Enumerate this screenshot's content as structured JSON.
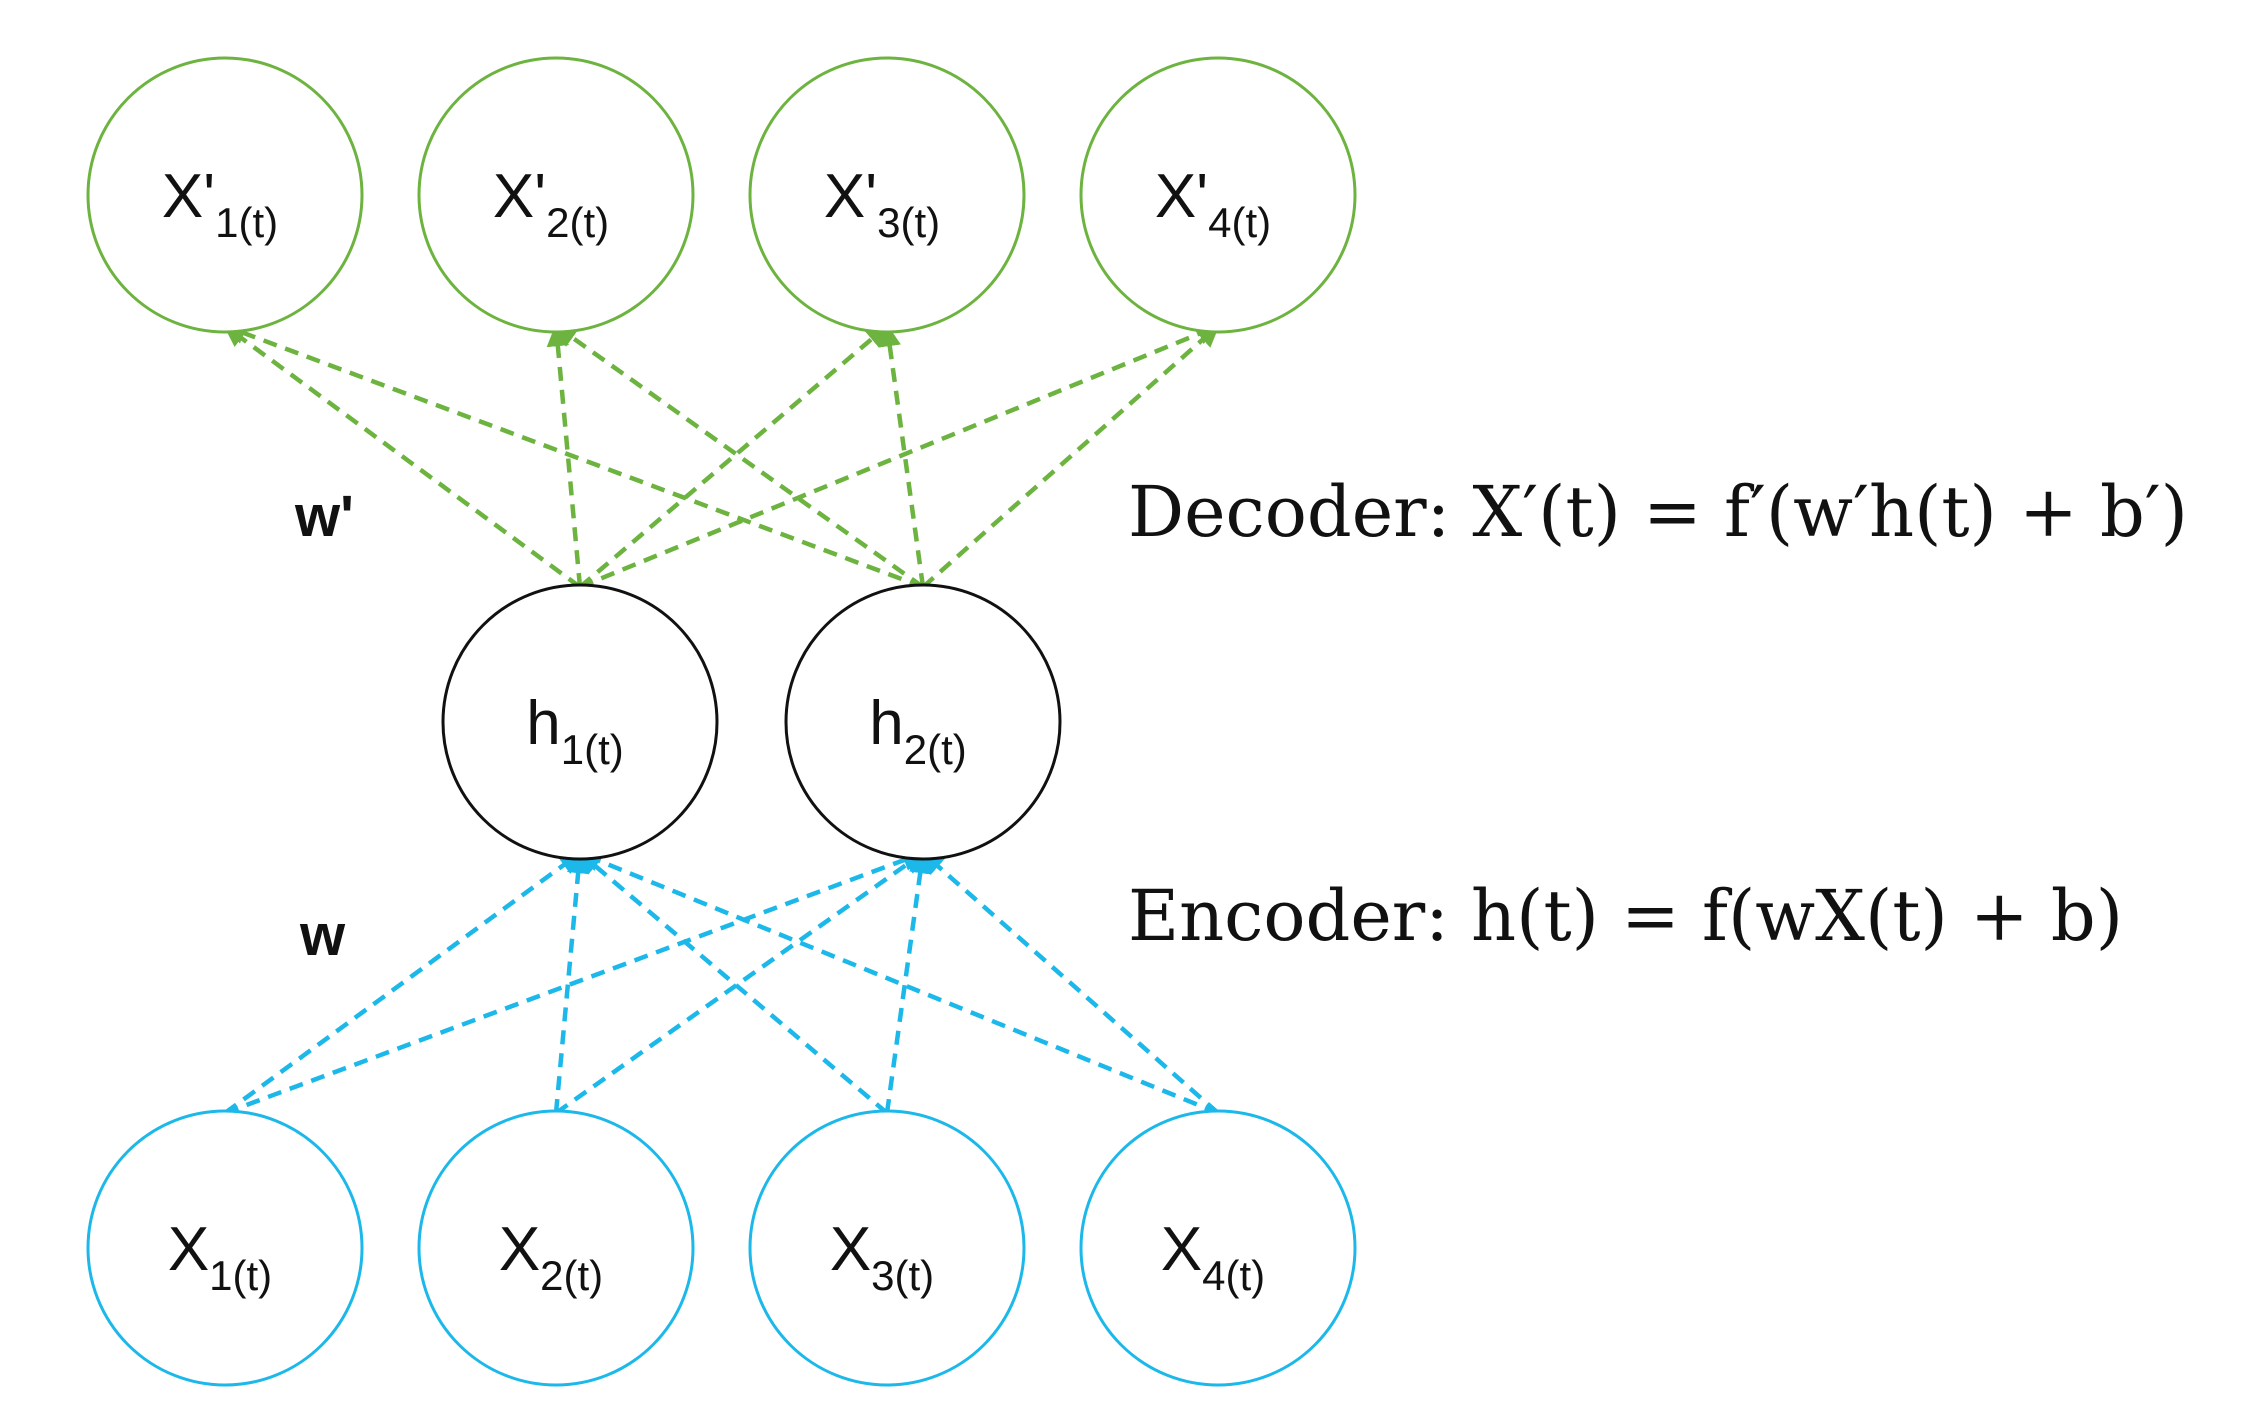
{
  "colors": {
    "output": "#6db33f",
    "hidden": "#111111",
    "input": "#1cb8ea",
    "text": "#111111"
  },
  "output_nodes": [
    {
      "base": "X'",
      "sub": "1(t)"
    },
    {
      "base": "X'",
      "sub": "2(t)"
    },
    {
      "base": "X'",
      "sub": "3(t)"
    },
    {
      "base": "X'",
      "sub": "4(t)"
    }
  ],
  "hidden_nodes": [
    {
      "base": "h",
      "sub": "1(t)"
    },
    {
      "base": "h",
      "sub": "2(t)"
    }
  ],
  "input_nodes": [
    {
      "base": "X",
      "sub": "1(t)"
    },
    {
      "base": "X",
      "sub": "2(t)"
    },
    {
      "base": "X",
      "sub": "3(t)"
    },
    {
      "base": "X",
      "sub": "4(t)"
    }
  ],
  "labels": {
    "decoder_weight": "w'",
    "encoder_weight": "w",
    "decoder_equation": "Decoder: X′(t) = f′(w′h(t)  + b′)",
    "encoder_equation": "Encoder: h(t) = f(wX(t)  + b)"
  }
}
